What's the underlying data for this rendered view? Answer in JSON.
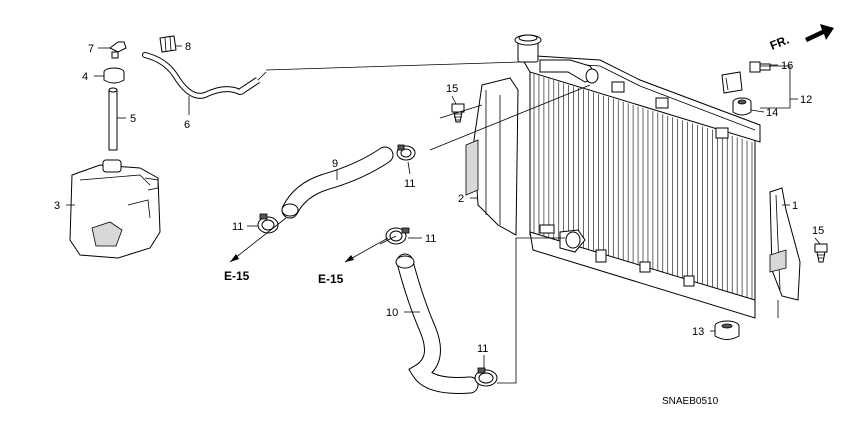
{
  "callouts": [
    {
      "id": "c1",
      "text": "1"
    },
    {
      "id": "c2",
      "text": "2"
    },
    {
      "id": "c3",
      "text": "3"
    },
    {
      "id": "c4",
      "text": "4"
    },
    {
      "id": "c5",
      "text": "5"
    },
    {
      "id": "c6",
      "text": "6"
    },
    {
      "id": "c7",
      "text": "7"
    },
    {
      "id": "c8",
      "text": "8"
    },
    {
      "id": "c9",
      "text": "9"
    },
    {
      "id": "c10",
      "text": "10"
    },
    {
      "id": "c11a",
      "text": "11"
    },
    {
      "id": "c11b",
      "text": "11"
    },
    {
      "id": "c11c",
      "text": "11"
    },
    {
      "id": "c11d",
      "text": "11"
    },
    {
      "id": "c12",
      "text": "12"
    },
    {
      "id": "c13",
      "text": "13"
    },
    {
      "id": "c14",
      "text": "14"
    },
    {
      "id": "c15a",
      "text": "15"
    },
    {
      "id": "c15b",
      "text": "15"
    },
    {
      "id": "c16",
      "text": "16"
    }
  ],
  "references": [
    {
      "id": "e15a",
      "text": "E-15"
    },
    {
      "id": "e15b",
      "text": "E-15"
    }
  ],
  "direction_label": "FR.",
  "diagram_code": "SNAEB0510"
}
